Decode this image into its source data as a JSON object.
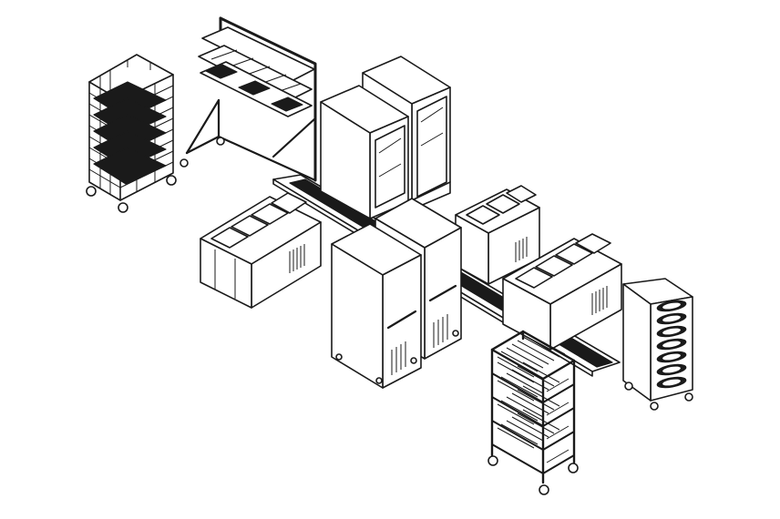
{
  "colors": {
    "ink": "#1a1a1a",
    "paper": "#ffffff"
  },
  "components": [
    {
      "id": "wire-tray-rack",
      "icon": "wire-rack-cart-icon"
    },
    {
      "id": "tray-dispenser-stand",
      "icon": "tray-stand-icon"
    },
    {
      "id": "tall-refrigerator-pair",
      "icon": "glass-door-fridge-icon"
    },
    {
      "id": "tray-conveyor-belt",
      "icon": "conveyor-icon"
    },
    {
      "id": "bain-marie-counter-left",
      "icon": "hot-counter-icon"
    },
    {
      "id": "bain-marie-counter-right-rear",
      "icon": "hot-counter-icon"
    },
    {
      "id": "bain-marie-counter-right-front",
      "icon": "hot-counter-icon"
    },
    {
      "id": "heated-cabinet-pair",
      "icon": "cabinet-icon"
    },
    {
      "id": "plate-dispenser-trolley",
      "icon": "plate-trolley-icon"
    },
    {
      "id": "dish-rack-trolley",
      "icon": "dish-rack-trolley-icon"
    }
  ]
}
